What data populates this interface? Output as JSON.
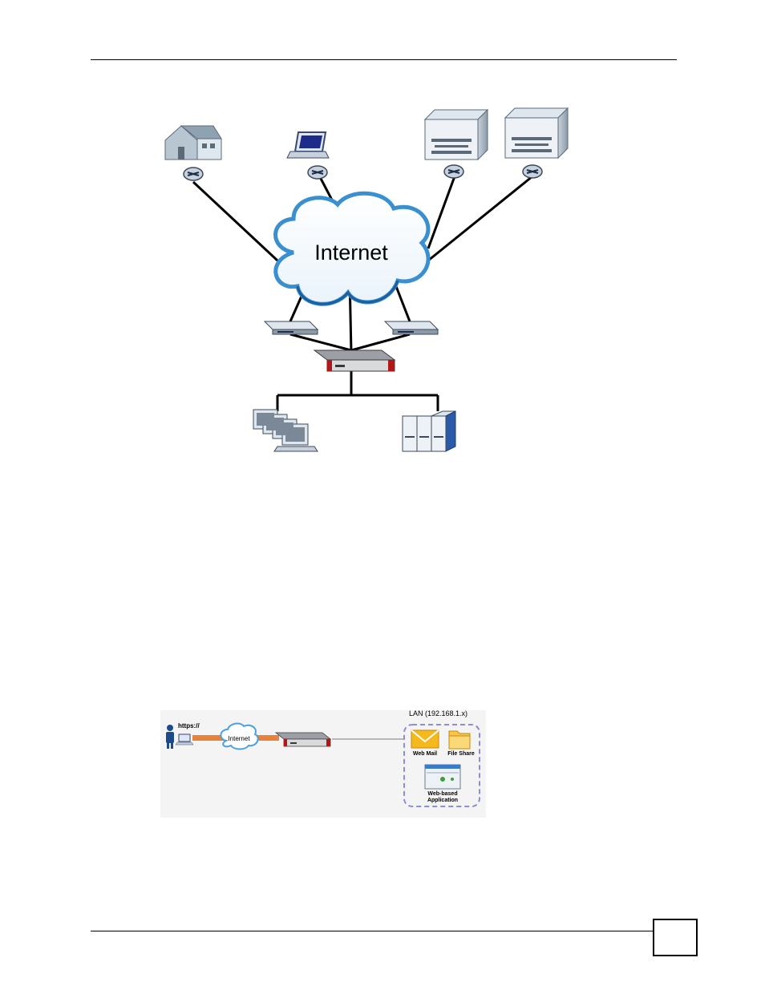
{
  "figure1": {
    "cloud_label": "Internet",
    "colors": {
      "cloud_fill": "#ffffff",
      "cloud_edge": "#3a8fd0",
      "device_red": "#b01818",
      "server_blue": "#2a5aa8"
    }
  },
  "figure2": {
    "url_label": "https://",
    "cloud_label": "Internet",
    "lan_label": "LAN (192.168.1.x)",
    "services": {
      "web_mail": "Web Mail",
      "file_share": "File Share",
      "web_app_line1": "Web-based",
      "web_app_line2": "Application"
    },
    "colors": {
      "link_orange": "#e8823a",
      "lan_border": "#8c8ce0",
      "mail_yellow": "#f5b91e"
    }
  }
}
